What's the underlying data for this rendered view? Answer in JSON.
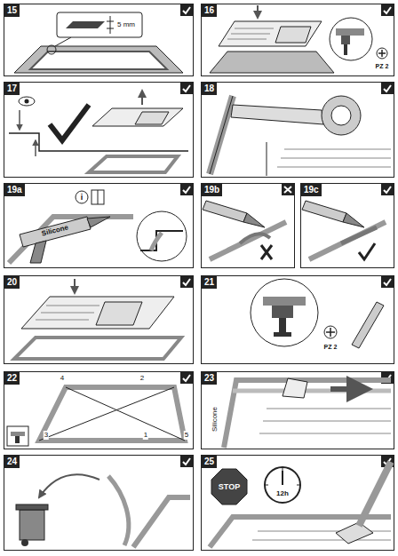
{
  "diagram": {
    "nodes": [
      {
        "text": [
          "15"
        ]
      },
      {
        "text": [
          "16"
        ]
      },
      {
        "text": [
          "17"
        ]
      },
      {
        "text": [
          "18"
        ]
      },
      {
        "text": [
          "19a"
        ]
      },
      {
        "text": [
          "19b"
        ]
      },
      {
        "text": [
          "19c"
        ]
      },
      {
        "text": [
          "20"
        ]
      },
      {
        "text": [
          "21"
        ]
      },
      {
        "text": [
          "22"
        ]
      },
      {
        "text": [
          "23"
        ]
      },
      {
        "text": [
          "24"
        ]
      },
      {
        "text": [
          "25"
        ]
      }
    ],
    "labels": [
      "5 mm",
      "PZ 2",
      "Silicone",
      "i",
      "PZ 2",
      "4",
      "2",
      "3",
      "1",
      "5",
      "Silicone",
      "STOP",
      "12h"
    ]
  }
}
